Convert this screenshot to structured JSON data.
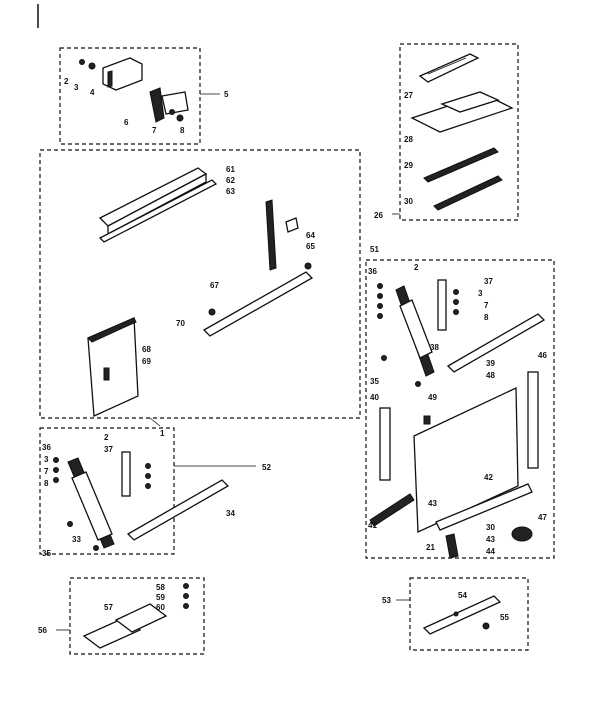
{
  "labels": {
    "l2a": "2",
    "l3a": "3",
    "l4a": "4",
    "l5": "5",
    "l6": "6",
    "l7a": "7",
    "l8a": "8",
    "l27": "27",
    "l28": "28",
    "l29": "29",
    "l30a": "30",
    "l26": "26",
    "l61a": "61",
    "l62": "62",
    "l63": "63",
    "l64": "64",
    "l65": "65",
    "l67": "67",
    "l70": "70",
    "l68": "68",
    "l69": "69",
    "l1": "1",
    "l51": "51",
    "l36a": "36",
    "l2b": "2",
    "l37a": "37",
    "l3b": "3",
    "l7b": "7",
    "l8b": "8",
    "l38a": "38",
    "l35a": "35",
    "l39": "39",
    "l46": "46",
    "l48": "48",
    "l40": "40",
    "l49": "49",
    "l41": "41",
    "l42": "42",
    "l43a": "43",
    "l30b": "30",
    "l43b": "43",
    "l21": "21",
    "l44": "44",
    "l47": "47",
    "l36b": "36",
    "l2c": "2",
    "l37b": "37",
    "l3c": "3",
    "l7c": "7",
    "l8c": "8",
    "l52": "52",
    "l34": "34",
    "l33": "33",
    "l35b": "35",
    "l56": "56",
    "l57": "57",
    "l58": "58",
    "l59": "59",
    "l60": "60",
    "l53": "53",
    "l54": "54",
    "l55": "55"
  }
}
